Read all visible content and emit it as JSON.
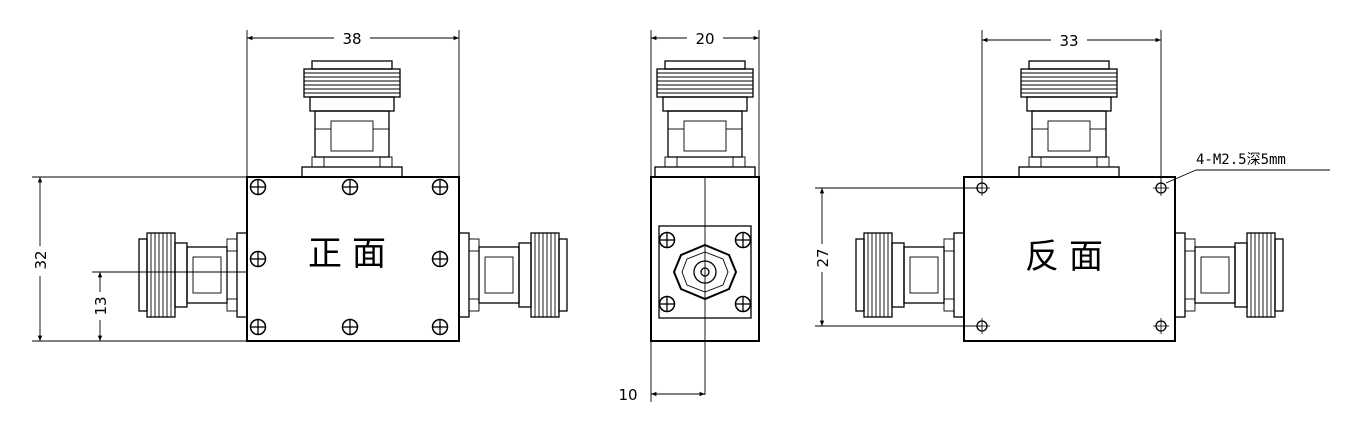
{
  "front": {
    "label": "正面",
    "dims": {
      "width": "38",
      "height": "32",
      "port": "13"
    }
  },
  "side": {
    "dims": {
      "width": "20",
      "offset": "10"
    }
  },
  "back": {
    "label": "反面",
    "dims": {
      "width": "33",
      "height": "27"
    },
    "hole_note": "4-M2.5深5mm"
  }
}
